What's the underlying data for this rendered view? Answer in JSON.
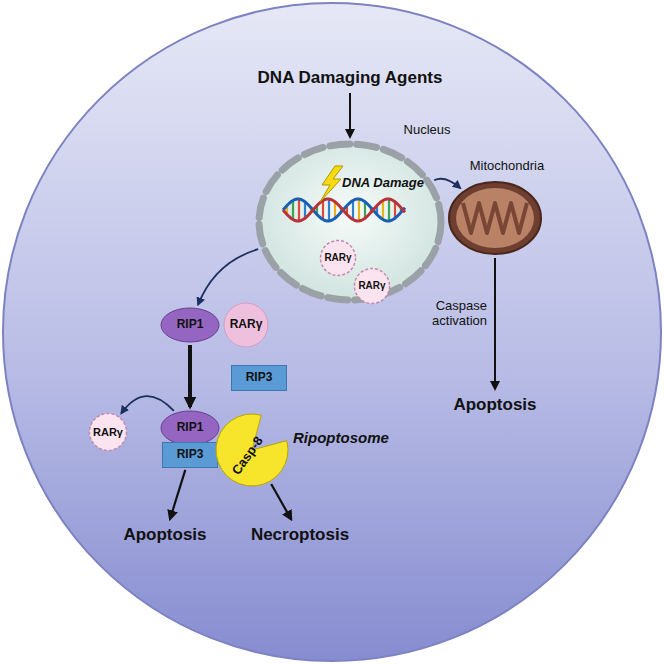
{
  "diagram": {
    "nodes": [
      {
        "text": [
          "DNA Damaging Agents"
        ]
      },
      {
        "text": [
          "Nucleus",
          "DNA Damage"
        ]
      },
      {
        "text": [
          "RARγ"
        ],
        "in": 1
      },
      {
        "text": [
          "RARγ"
        ],
        "in": 1
      },
      {
        "text": [
          "Mitochondria"
        ]
      },
      {
        "text": [
          "Apoptosis"
        ]
      },
      {
        "text": [
          "RIP1"
        ]
      },
      {
        "text": [
          "RARγ"
        ]
      },
      {
        "text": [
          "RIP3"
        ]
      },
      {
        "text": [
          "RARγ"
        ]
      },
      {
        "text": [
          "RIP1"
        ]
      },
      {
        "text": [
          "RIP3"
        ]
      },
      {
        "text": [
          "Casp-8"
        ]
      },
      {
        "text": [
          "Apoptosis"
        ]
      },
      {
        "text": [
          "Necroptosis"
        ]
      }
    ],
    "edges": [
      {
        "from": 0,
        "to": 1,
        "arrow": "to"
      },
      {
        "from": 1,
        "to": 4,
        "arrow": "to"
      },
      {
        "from": 4,
        "to": 5,
        "label": "Caspase activation",
        "arrow": "to"
      },
      {
        "from": 1,
        "to": 6,
        "arrow": "to"
      },
      {
        "from": 6,
        "to": 10,
        "arrow": "to"
      },
      {
        "from": 10,
        "to": 9,
        "arrow": "to"
      },
      {
        "from": 11,
        "to": 13,
        "arrow": "to"
      },
      {
        "from": 12,
        "to": 14,
        "arrow": "to"
      }
    ],
    "labels": [
      "Ripoptosome"
    ]
  }
}
